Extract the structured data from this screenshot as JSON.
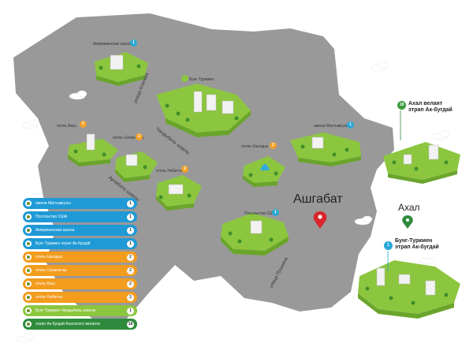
{
  "city": "Ашгабат",
  "region": "Ахал",
  "callouts": {
    "ahal": {
      "num": "18",
      "line1": "Ахал велаят",
      "line2": "этрап Ак-бугдай"
    },
    "bt": {
      "num": "1",
      "line1": "Бунг-Туркмен",
      "line2": "этрап Ак-бугдай"
    }
  },
  "streets": {
    "ataturk": "улица Ататюрк",
    "chandybil": "Чандыбиль шаелы",
    "archabil": "Арчабиль шаелы",
    "pushkin": "улица Пушкина"
  },
  "places": {
    "us_school": {
      "label": "Американская школа",
      "num": "1"
    },
    "bung": {
      "label": "Бунг-Туркмен",
      "num": ""
    },
    "vass": {
      "label": "отель Васс",
      "num": "2"
    },
    "sinagatly": {
      "label": "отель Синагатлы",
      "num": "2"
    },
    "magtymguly": {
      "label": "имени Магтымгулы",
      "num": "1"
    },
    "yyldyz": {
      "label": "отель Ыылдыз",
      "num": "2"
    },
    "nebitchi": {
      "label": "отель Небитчи",
      "num": "2"
    },
    "usa_embassy": {
      "label": "Посольство США",
      "num": "1"
    }
  },
  "legend": [
    {
      "label": "имени Магтымгулы",
      "num": "1",
      "color": "blue"
    },
    {
      "label": "Посольство США",
      "num": "1",
      "color": "blue"
    },
    {
      "label": "Американская школа",
      "num": "1",
      "color": "blue"
    },
    {
      "label": "Бунг-Туркмен этрап Ак-бугдай",
      "num": "1",
      "color": "blue"
    },
    {
      "label": "отель Ыылдыз",
      "num": "2",
      "color": "orange"
    },
    {
      "label": "отель Синагатлы",
      "num": "2",
      "color": "orange"
    },
    {
      "label": "отель Васс",
      "num": "2",
      "color": "orange"
    },
    {
      "label": "отель Небитчи",
      "num": "2",
      "color": "orange"
    },
    {
      "label": "Бунг-Туркмен Чандыбиль шаелы",
      "num": "1",
      "color": "green"
    },
    {
      "label": "этрап Ак-бугдай Ахалского велаята",
      "num": "18",
      "color": "dkgreen"
    }
  ],
  "colors": {
    "city_area": "#9a9a9a",
    "island_green": "#8cc63f",
    "pin_red": "#d9262b",
    "pin_green": "#2e8b3d"
  }
}
